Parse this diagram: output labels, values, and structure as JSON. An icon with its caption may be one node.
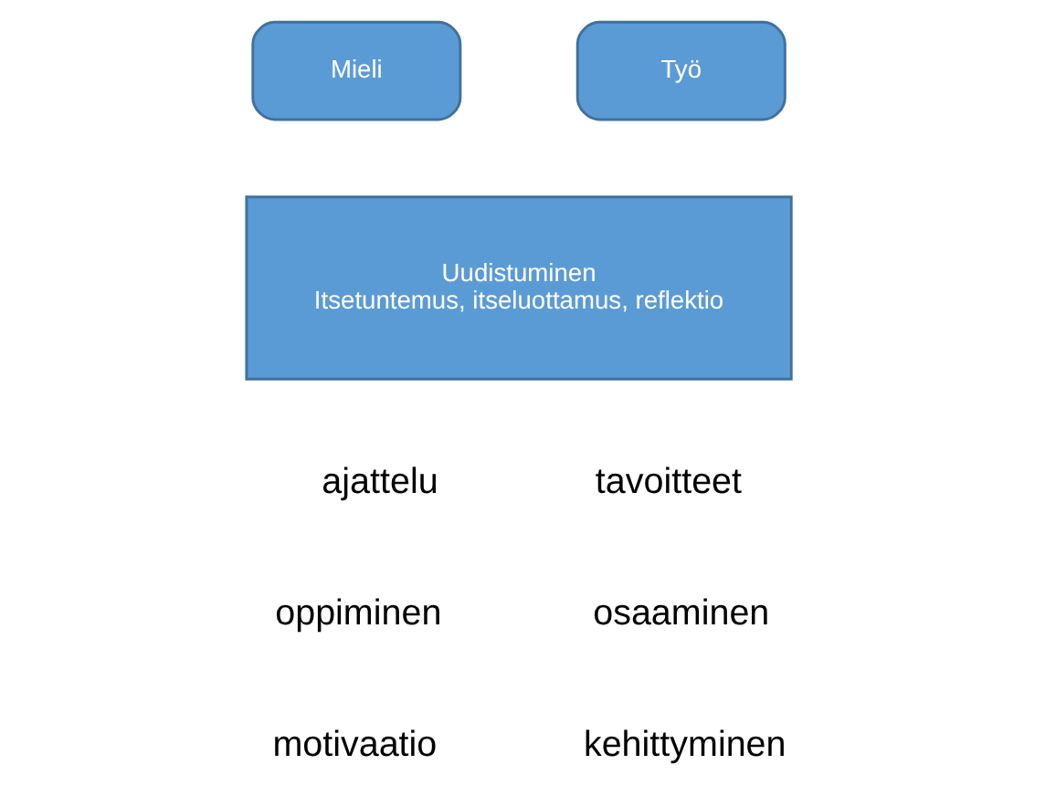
{
  "diagram": {
    "nodes": [
      {
        "text": [
          "Mieli"
        ]
      },
      {
        "text": [
          "Työ"
        ]
      },
      {
        "text": [
          "Uudistuminen",
          "Itsetuntemus, itseluottamus, reflektio"
        ]
      }
    ],
    "labels": [
      "ajattelu",
      "oppiminen",
      "motivaatio",
      "tavoitteet",
      "osaaminen",
      "kehittyminen"
    ]
  }
}
